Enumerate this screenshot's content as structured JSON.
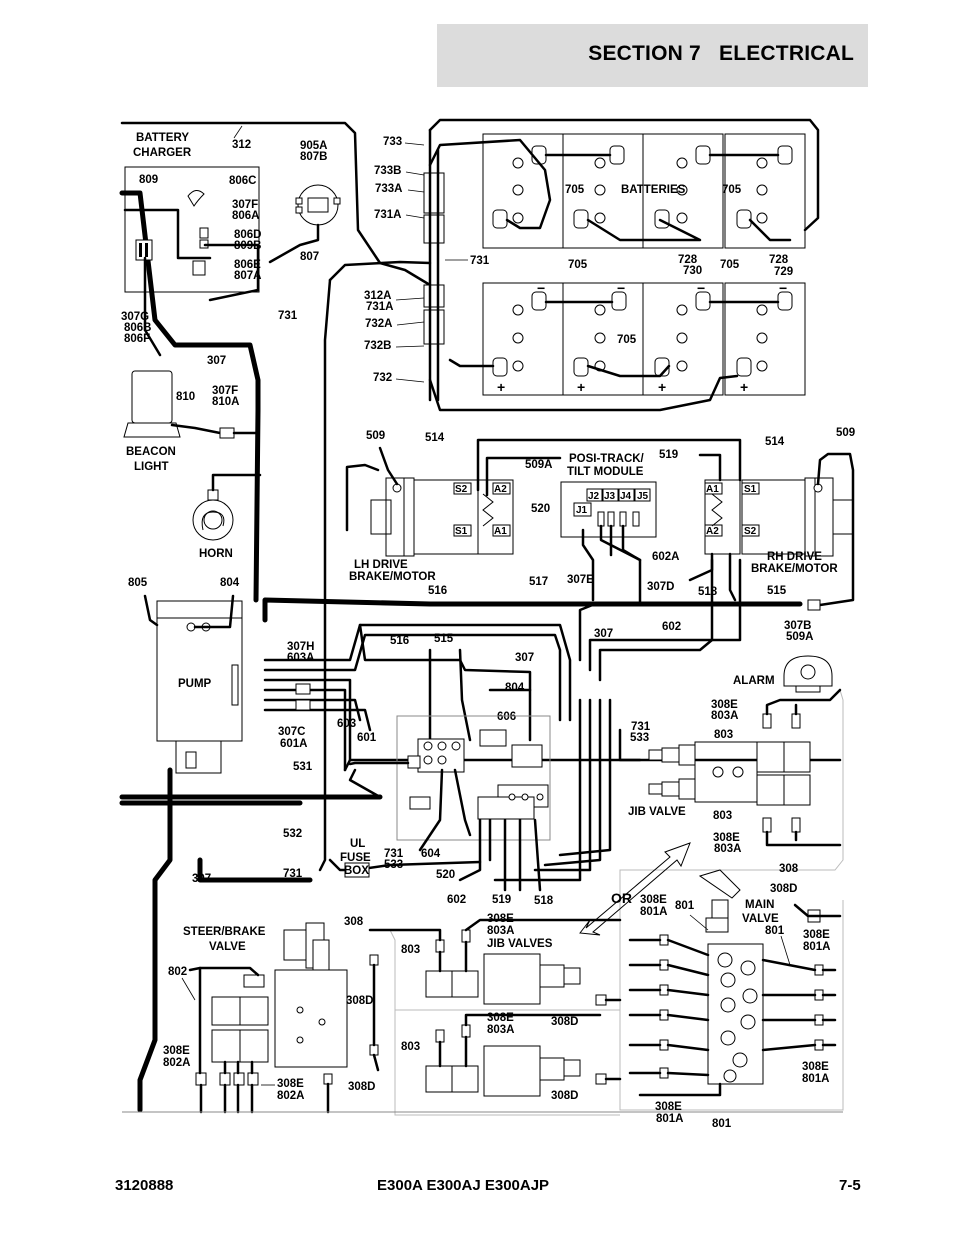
{
  "header": {
    "section_title": "SECTION 7   ELECTRICAL"
  },
  "footer": {
    "part_number": "3120888",
    "models": "E300A E300AJ E300AJP",
    "page": "7-5"
  },
  "components": {
    "battery_charger": "BATTERY\nCHARGER",
    "batteries": "BATTERIES",
    "beacon_light": "BEACON\nLIGHT",
    "horn": "HORN",
    "pump": "PUMP",
    "lh_drive": "LH DRIVE\nBRAKE/MOTOR",
    "rh_drive": "RH DRIVE\nBRAKE/MOTOR",
    "posi_track": "POSI-TRACK/\nTILT MODULE",
    "alarm": "ALARM",
    "jib_valve": "JIB VALVE",
    "jib_valves": "JIB VALVES",
    "ul_fuse_box": "UL\nFUSE\nBOX",
    "steer_brake_valve": "STEER/BRAKE\nVALVE",
    "main_valve": "MAIN\nVALVE",
    "or_label": "OR"
  },
  "connectors": {
    "j1": "J1",
    "j2": "J2",
    "j3": "J3",
    "j4": "J4",
    "j5": "J5",
    "s1": "S1",
    "s2": "S2",
    "a1": "A1",
    "a2": "A2",
    "plus": "+",
    "minus": "−"
  },
  "wire_labels": [
    "312",
    "905A\n807B",
    "809",
    "806C",
    "307F\n806A",
    "806D\n809B",
    "806E\n807A",
    "807",
    "307G\n806B\n806F",
    "307",
    "731",
    "733",
    "733B",
    "733A",
    "731A",
    "705",
    "705",
    "705",
    "705",
    "705",
    "728\n730",
    "728\n729",
    "312A\n731A",
    "732A",
    "732B",
    "732",
    "810",
    "307F\n810A",
    "509",
    "514",
    "509A",
    "519",
    "514",
    "509",
    "520",
    "602A",
    "307E",
    "307D",
    "516",
    "517",
    "518",
    "515",
    "805",
    "804",
    "307B\n509A",
    "307",
    "602",
    "307H\n603A",
    "516",
    "515",
    "307",
    "804",
    "606",
    "603",
    "601",
    "307C\n601A",
    "731\n533",
    "308E\n803A",
    "803",
    "803",
    "308E\n803A",
    "308",
    "531",
    "532",
    "604",
    "520",
    "731\n533",
    "731",
    "602",
    "519",
    "518",
    "307",
    "308D",
    "308E\n801A",
    "801",
    "801",
    "308E\n801A",
    "308",
    "308E\n803A",
    "803",
    "308D",
    "803",
    "308E\n803A",
    "308D",
    "802",
    "308E\n802A",
    "308E\n802A",
    "308D",
    "308D",
    "308E\n801A",
    "801",
    "308E\n801A"
  ]
}
